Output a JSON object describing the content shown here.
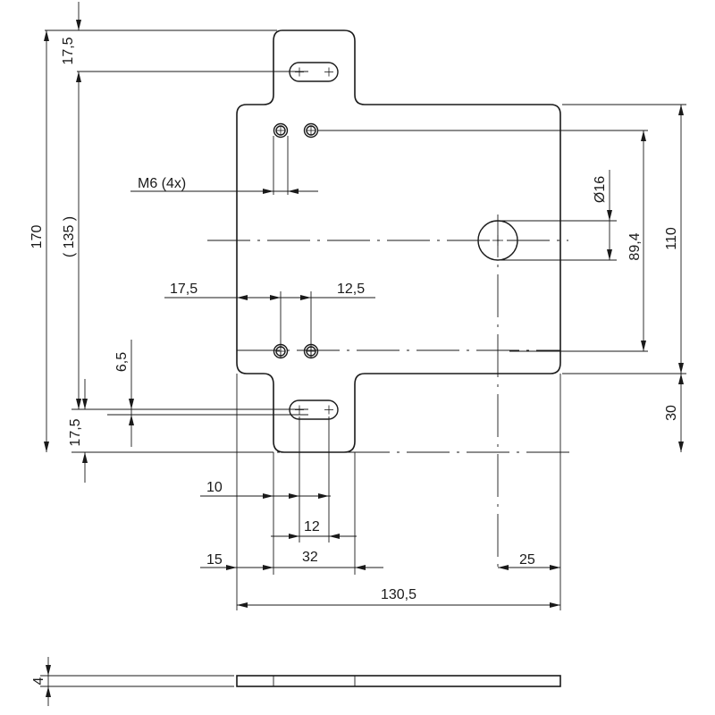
{
  "drawing": {
    "top_view": {
      "dimensions": {
        "d_17_5_top": "17,5",
        "d_170": "170",
        "d_135": "( 135 )",
        "d_m6": "M6 (4x)",
        "d_dia16": "Ø16",
        "d_89_4": "89,4",
        "d_110": "110",
        "d_17_5_mid": "17,5",
        "d_12_5": "12,5",
        "d_6_5": "6,5",
        "d_17_5_bottom": "17,5",
        "d_30": "30",
        "d_10": "10",
        "d_12": "12",
        "d_15": "15",
        "d_32": "32",
        "d_25": "25",
        "d_130_5": "130,5"
      }
    },
    "side_view": {
      "dimensions": {
        "d_4": "4"
      }
    }
  }
}
